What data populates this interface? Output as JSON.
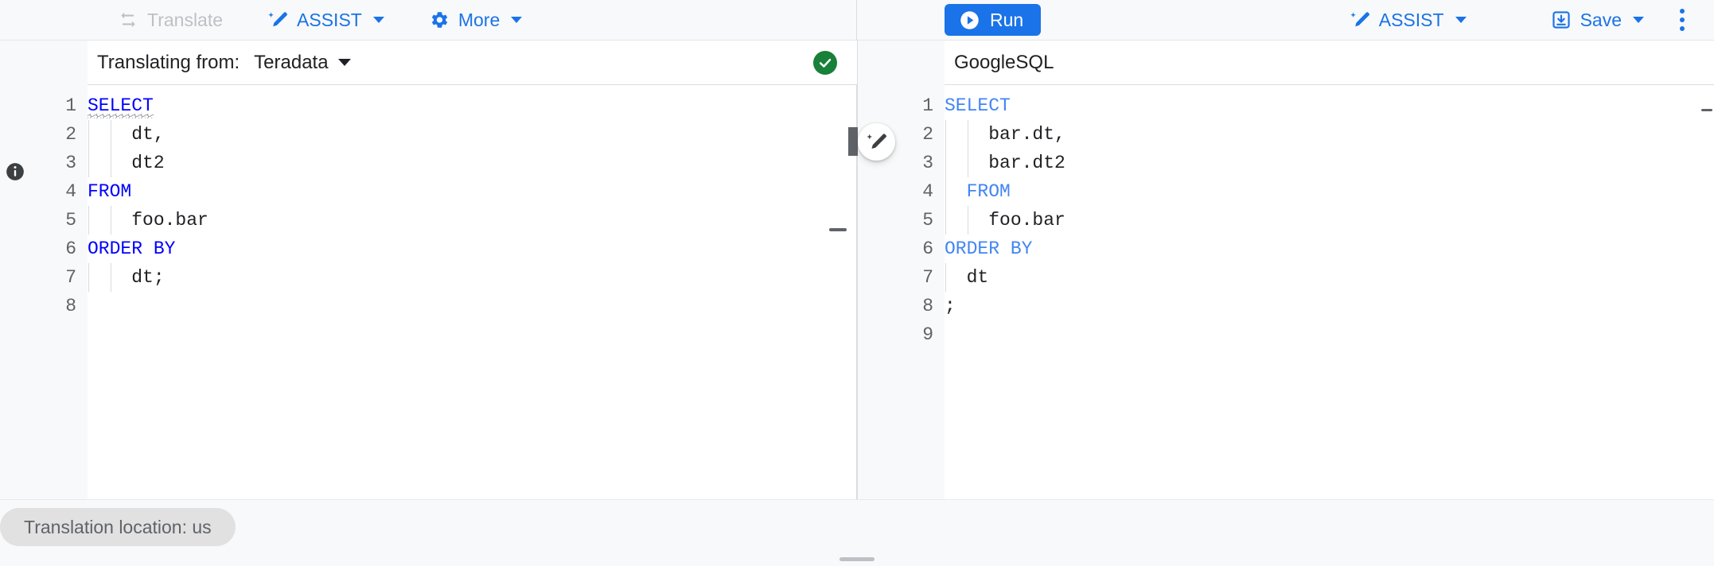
{
  "toolbar": {
    "left": [
      {
        "id": "translate",
        "label": "Translate",
        "icon": "swap-horizontal-icon",
        "disabled": true,
        "has_caret": false
      },
      {
        "id": "assist-left",
        "label": "ASSIST",
        "icon": "magic-pencil-icon",
        "disabled": false,
        "has_caret": true
      },
      {
        "id": "more",
        "label": "More",
        "icon": "gear-icon",
        "disabled": false,
        "has_caret": true
      }
    ],
    "right": {
      "run_label": "Run",
      "run_icon": "play-circle-icon",
      "assist_label": "ASSIST",
      "assist_icon": "magic-pencil-icon",
      "save_label": "Save",
      "save_icon": "save-download-icon",
      "overflow_icon": "kebab-menu-icon"
    }
  },
  "colors": {
    "accent_blue": "#1a73e8",
    "keyword_blue_source": "#0000ff",
    "keyword_blue_target": "#4285f4",
    "success_green": "#188038",
    "surface_gray": "#f8f9fa",
    "chip_gray": "#e1e1e1",
    "text_primary": "#202124",
    "text_secondary": "#5f6368"
  },
  "source_panel": {
    "label": "Translating from:",
    "dialect": "Teradata",
    "dialect_caret_icon": "chevron-down-icon",
    "status_icon": "check-circle-icon",
    "info_icon": "info-icon",
    "line_numbers": [
      "1",
      "2",
      "3",
      "4",
      "5",
      "6",
      "7",
      "8"
    ],
    "lines": [
      {
        "n": "1",
        "segments": [
          {
            "t": "SELECT",
            "kw": true
          }
        ],
        "squiggle": true
      },
      {
        "n": "2",
        "segments": [
          {
            "t": "    dt,",
            "kw": false
          }
        ],
        "guides": 2
      },
      {
        "n": "3",
        "segments": [
          {
            "t": "    dt2",
            "kw": false
          }
        ],
        "guides": 2
      },
      {
        "n": "4",
        "segments": [
          {
            "t": "FROM",
            "kw": true
          }
        ]
      },
      {
        "n": "5",
        "segments": [
          {
            "t": "    foo.bar",
            "kw": false
          }
        ],
        "guides": 2
      },
      {
        "n": "6",
        "segments": [
          {
            "t": "ORDER BY",
            "kw": true
          }
        ]
      },
      {
        "n": "7",
        "segments": [
          {
            "t": "    dt;",
            "kw": false
          }
        ],
        "guides": 2
      },
      {
        "n": "8",
        "segments": [
          {
            "t": "",
            "kw": false
          }
        ]
      }
    ]
  },
  "target_panel": {
    "dialect": "GoogleSQL",
    "magic_fab_icon": "magic-pencil-icon",
    "line_numbers": [
      "1",
      "2",
      "3",
      "4",
      "5",
      "6",
      "7",
      "8",
      "9"
    ],
    "lines": [
      {
        "n": "1",
        "segments": [
          {
            "t": "SELECT",
            "kw": true
          }
        ]
      },
      {
        "n": "2",
        "segments": [
          {
            "t": "    bar.dt,",
            "kw": false
          }
        ],
        "guides": 2
      },
      {
        "n": "3",
        "segments": [
          {
            "t": "    bar.dt2",
            "kw": false
          }
        ],
        "guides": 2
      },
      {
        "n": "4",
        "segments": [
          {
            "t": "  FROM",
            "kw": true
          }
        ],
        "guides": 1
      },
      {
        "n": "5",
        "segments": [
          {
            "t": "    foo.bar",
            "kw": false
          }
        ],
        "guides": 2
      },
      {
        "n": "6",
        "segments": [
          {
            "t": "ORDER BY",
            "kw": true
          }
        ]
      },
      {
        "n": "7",
        "segments": [
          {
            "t": "  dt",
            "kw": false
          }
        ],
        "guides": 1
      },
      {
        "n": "8",
        "segments": [
          {
            "t": ";",
            "kw": false
          }
        ]
      },
      {
        "n": "9",
        "segments": [
          {
            "t": "",
            "kw": false
          }
        ]
      }
    ]
  },
  "statusbar": {
    "location_chip": "Translation location: us"
  }
}
